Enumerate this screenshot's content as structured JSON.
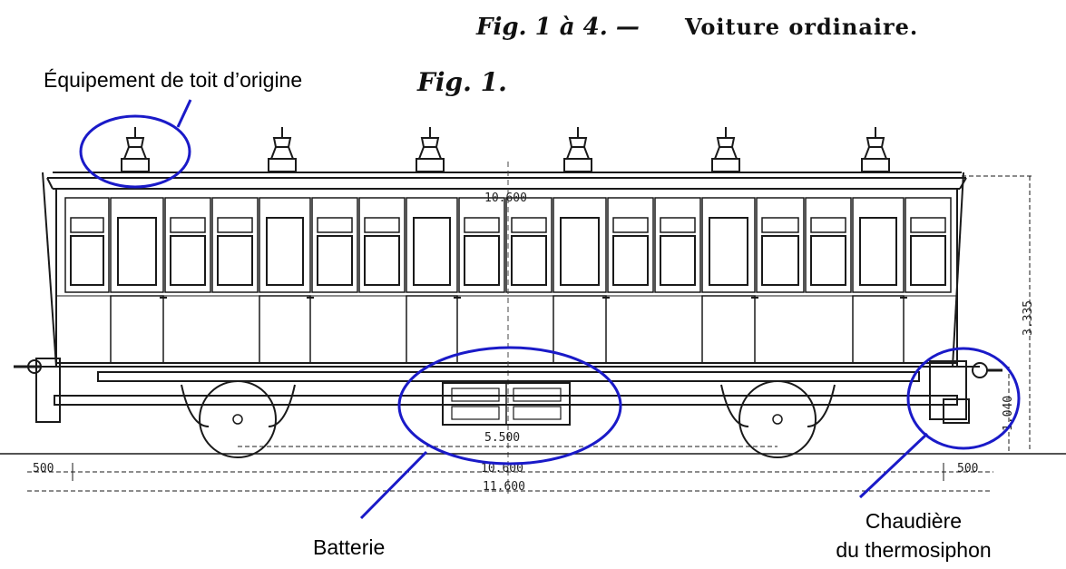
{
  "figure": {
    "title_fig": "Fig. 1 à 4. —",
    "title_main": "Voiture ordinaire.",
    "subtitle": "Fig. 1."
  },
  "dimensions": {
    "body_length": "10.600",
    "height": "3.335",
    "buffer_height": "1.040",
    "wheelbase": "5.500",
    "frame_length": "10.600",
    "overall_length": "11.600",
    "overhang_left": "500",
    "overhang_right": "500"
  },
  "annotations": {
    "roof": "Équipement de toit d’origine",
    "battery": "Batterie",
    "boiler_line1": "Chaudière",
    "boiler_line2": "du thermosiphon"
  },
  "colors": {
    "callout": "#1a1ac8",
    "ink": "#1a1a1a"
  }
}
